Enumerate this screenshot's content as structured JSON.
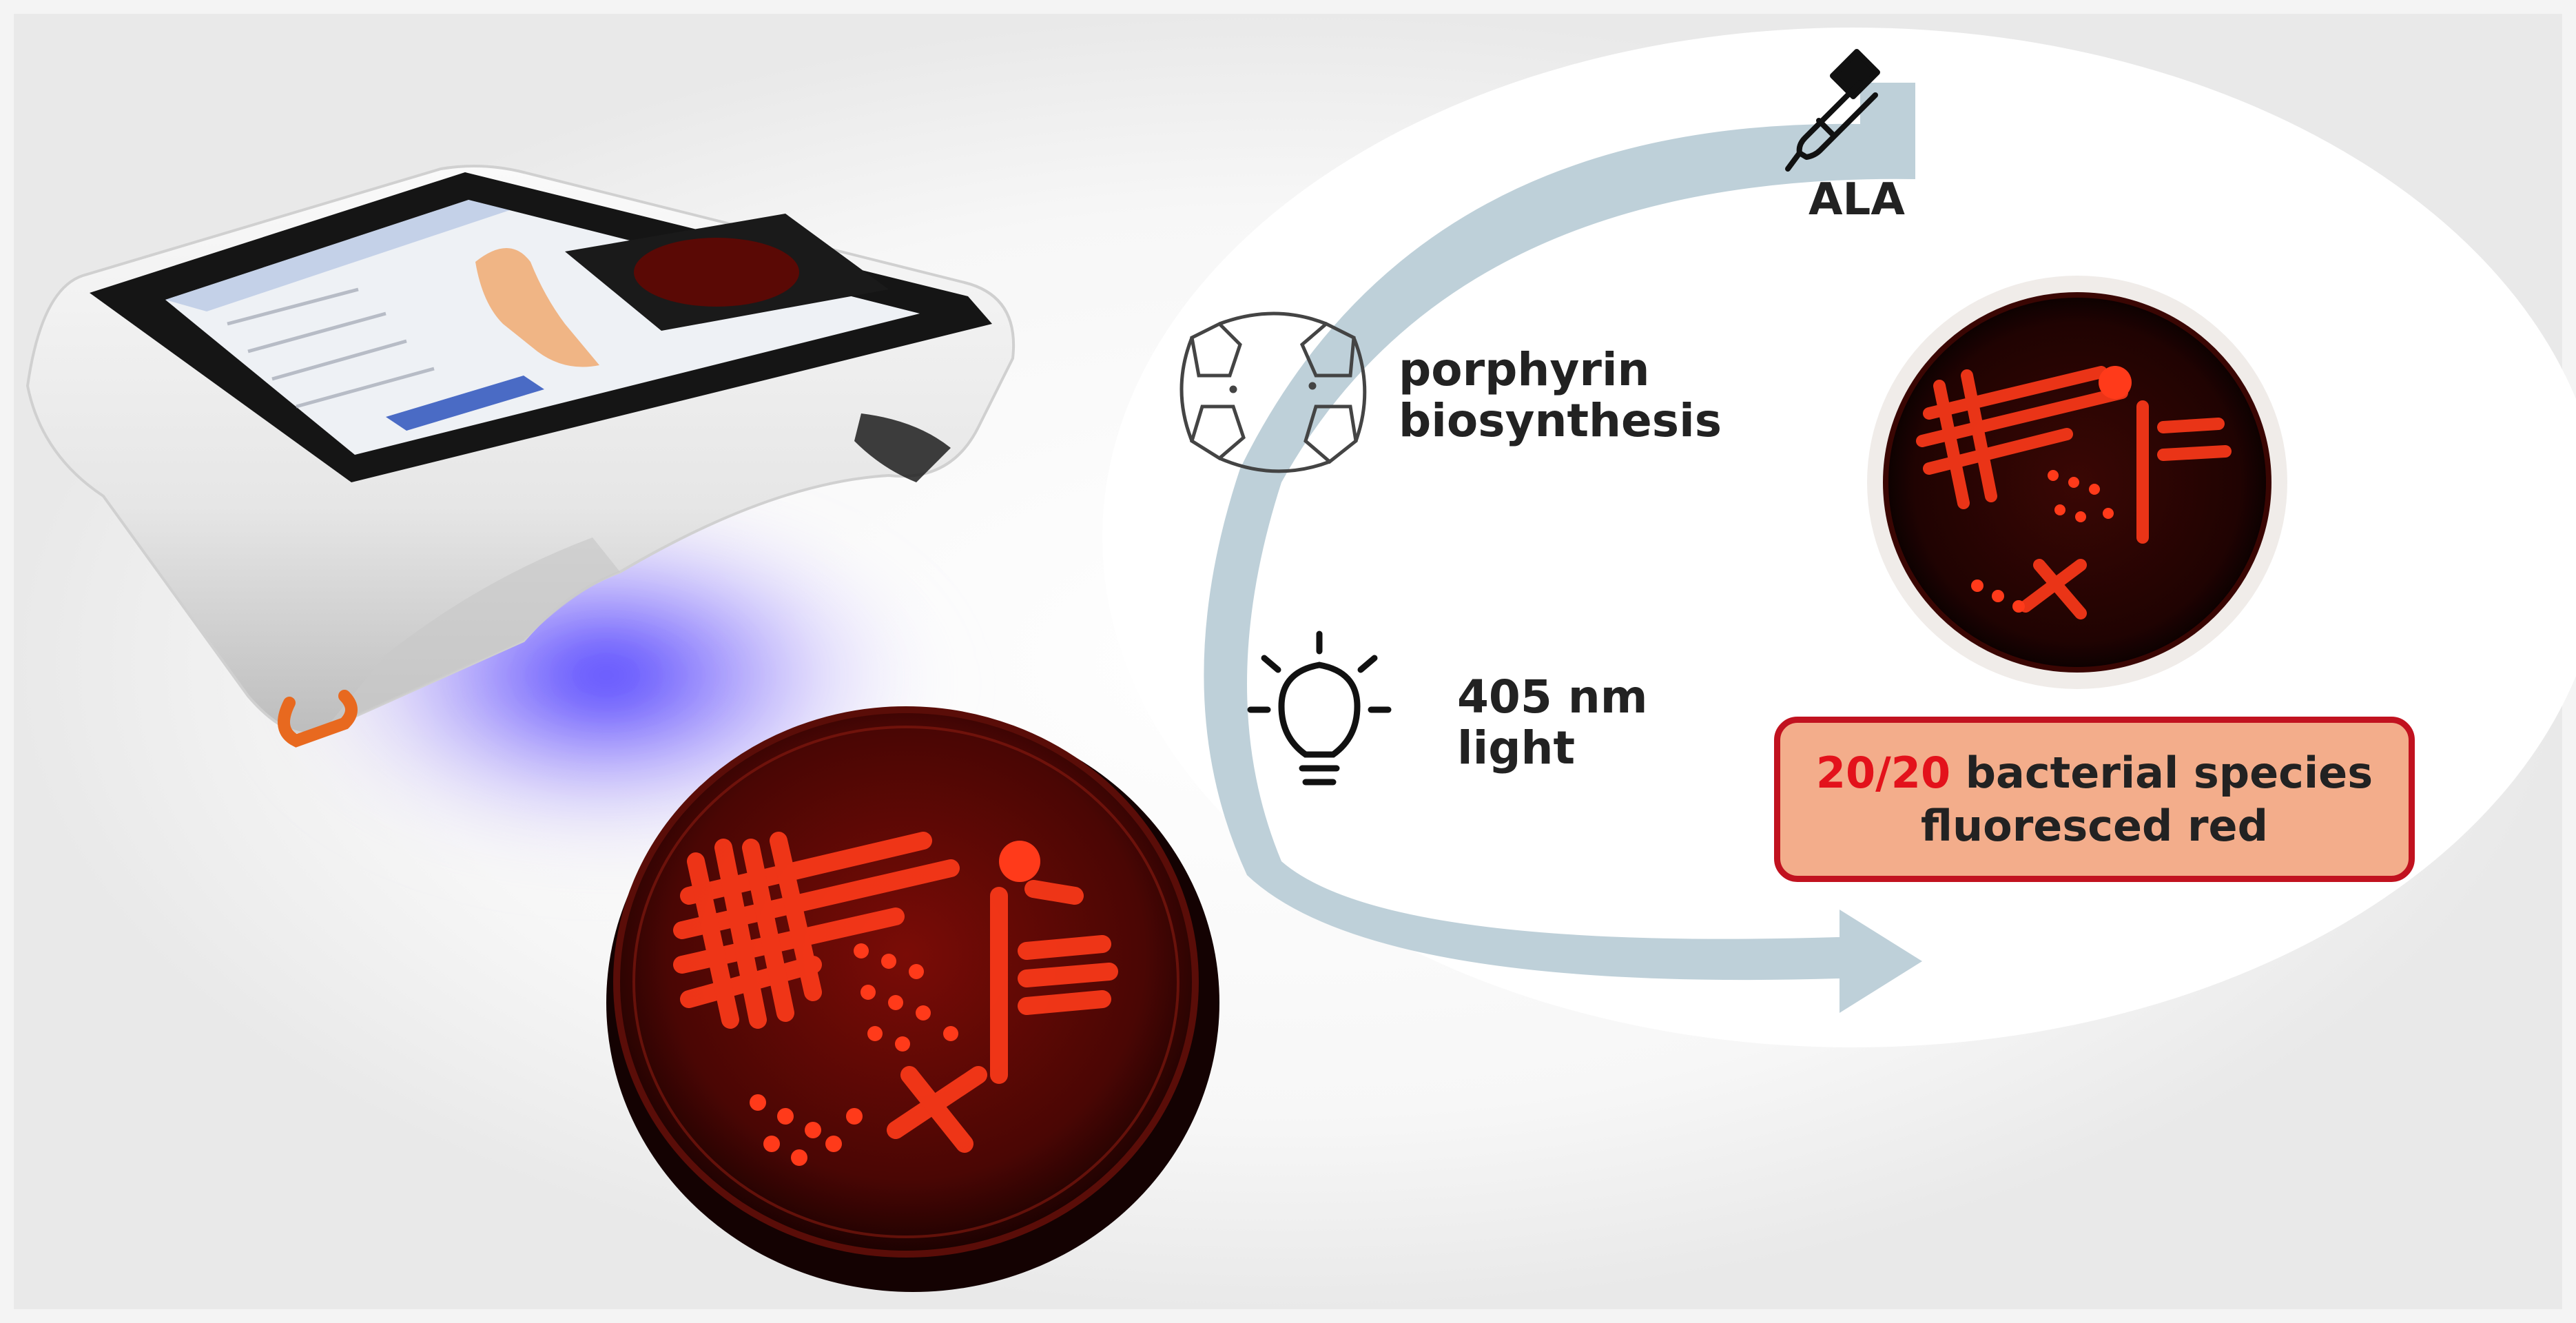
{
  "labels": {
    "ala": "ALA",
    "porphyrin_line1": "porphyrin",
    "porphyrin_line2": "biosynthesis",
    "light_line1": "405 nm",
    "light_line2": "light"
  },
  "result": {
    "count": "20/20",
    "text_line1": "bacterial species",
    "text_line2": "fluoresced red"
  },
  "icons": [
    "dropper-icon",
    "porphyrin-structure-icon",
    "lightbulb-icon"
  ],
  "colors": {
    "arrow": "#b8ccd6",
    "box_fill": "#f3ad8b",
    "box_border": "#c1121f",
    "highlight": "#e3121b",
    "fluorescence": "#ff3a1a",
    "uv_glow": "#5a3cff"
  }
}
